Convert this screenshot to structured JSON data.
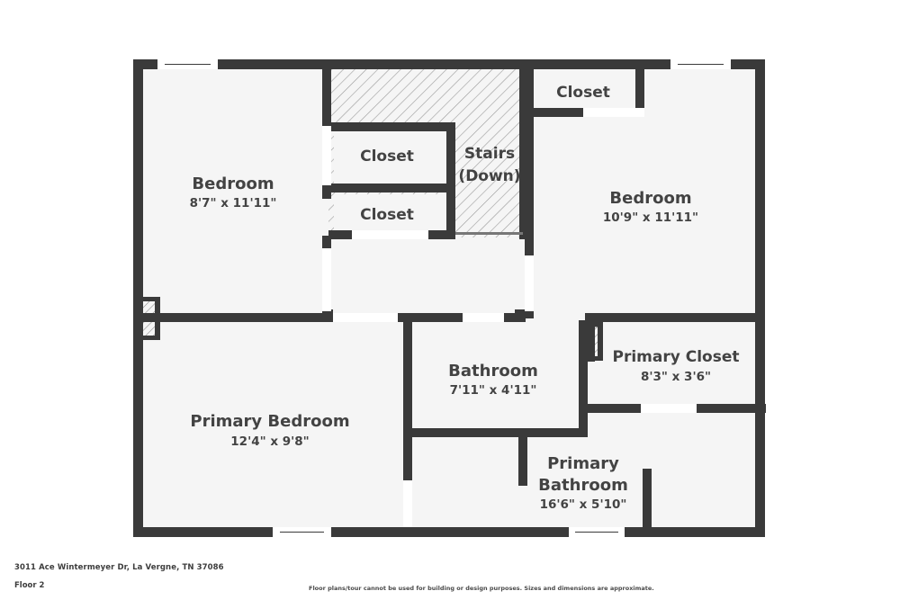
{
  "document": {
    "address": "3011 Ace Wintermeyer Dr, La Vergne, TN 37086",
    "floor_label": "Floor 2",
    "disclaimer": "Floor plans/tour cannot be used for building or design purposes. Sizes and dimensions are approximate."
  },
  "colors": {
    "wall": "#3a3a3a",
    "room_fill": "#f5f5f5",
    "page_background": "#ffffff",
    "text": "#434343",
    "window_fill": "#ffffff",
    "hatch_stroke": "#8c8c8c"
  },
  "rooms": [
    {
      "id": "bedroom-1",
      "name": "Bedroom",
      "dimensions": "8'7\" x 11'11\""
    },
    {
      "id": "closet-upper",
      "name": "Closet",
      "dimensions": ""
    },
    {
      "id": "closet-lower",
      "name": "Closet",
      "dimensions": ""
    },
    {
      "id": "stairs",
      "name": "Stairs",
      "name_line2": "(Down)",
      "dimensions": ""
    },
    {
      "id": "closet-bedroom-2",
      "name": "Closet",
      "dimensions": ""
    },
    {
      "id": "bedroom-2",
      "name": "Bedroom",
      "dimensions": "10'9\" x 11'11\""
    },
    {
      "id": "primary-bedroom",
      "name": "Primary Bedroom",
      "dimensions": "12'4\" x 9'8\""
    },
    {
      "id": "bathroom",
      "name": "Bathroom",
      "dimensions": "7'11\" x 4'11\""
    },
    {
      "id": "primary-closet",
      "name": "Primary Closet",
      "dimensions": "8'3\" x 3'6\""
    },
    {
      "id": "primary-bathroom",
      "name": "Primary",
      "name_line2": "Bathroom",
      "dimensions": "16'6\" x 5'10\""
    }
  ]
}
